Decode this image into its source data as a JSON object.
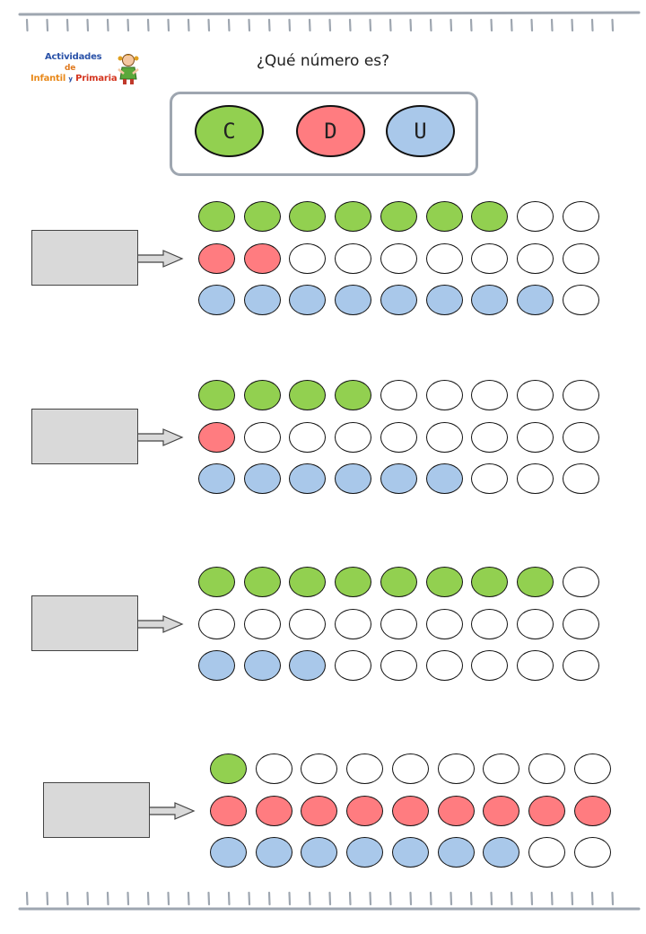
{
  "title": "¿Qué número es?",
  "logo": {
    "line1": "Actividades",
    "line2": "de",
    "line3_a": "Infantil",
    "line3_b": "y",
    "line3_c": "Primaria"
  },
  "legend": [
    {
      "letter": "C",
      "color": "#92d050"
    },
    {
      "letter": "D",
      "color": "#ff7c80"
    },
    {
      "letter": "U",
      "color": "#a9c8ea"
    }
  ],
  "colors": {
    "C": "#92d050",
    "D": "#ff7c80",
    "U": "#a9c8ea",
    "empty": "#ffffff",
    "box": "#d9d9d9",
    "rule": "#9ea6b0"
  },
  "beads_per_row": 9,
  "exercises": [
    {
      "C": 7,
      "D": 2,
      "U": 8
    },
    {
      "C": 4,
      "D": 1,
      "U": 6
    },
    {
      "C": 8,
      "D": 0,
      "U": 3
    },
    {
      "C": 1,
      "D": 9,
      "U": 7
    }
  ]
}
